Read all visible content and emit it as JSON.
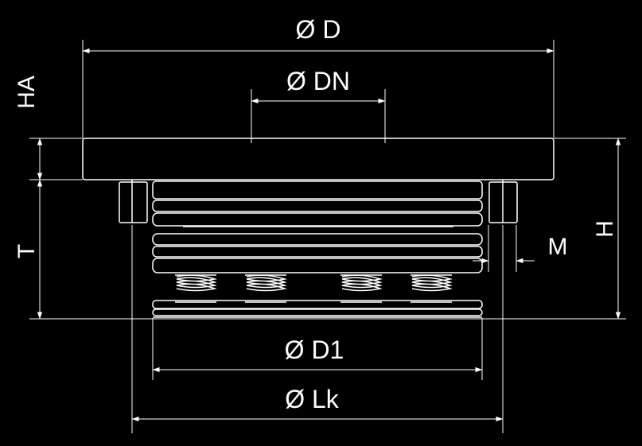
{
  "labels": {
    "d": "Ø D",
    "dn": "Ø DN",
    "d1": "Ø D1",
    "lk": "Ø Lk",
    "ha": "HA",
    "t": "T",
    "h": "H",
    "m": "M"
  },
  "colors": {
    "background": "#000000",
    "line": "#ffffff"
  }
}
